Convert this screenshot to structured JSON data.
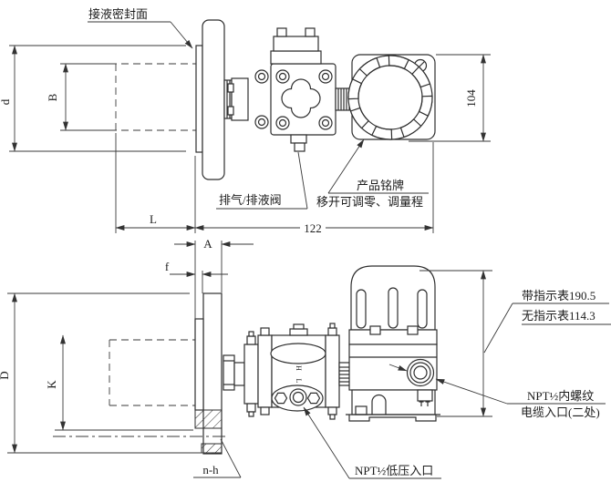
{
  "labels": {
    "seal_face": "接液密封面",
    "vent_valve": "排气/排液阀",
    "nameplate": "产品铭牌",
    "nameplate_note": "移开可调零、调量程",
    "with_indicator": "带指示表190.5",
    "without_indicator": "无指示表114.3",
    "cable_thread": "NPT½内螺纹",
    "cable_entry": "电缆入口(二处)",
    "low_pressure": "NPT½低压入口",
    "bolt_holes": "n-h",
    "port_high": "H",
    "port_low": "L"
  },
  "dimensions": {
    "d": "d",
    "B": "B",
    "L": "L",
    "A": "A",
    "f": "f",
    "D": "D",
    "K": "K",
    "overall_length": "122",
    "head_height": "104"
  },
  "colors": {
    "line": "#2e2e2e",
    "text": "#1c1c1c",
    "background": "#ffffff"
  }
}
